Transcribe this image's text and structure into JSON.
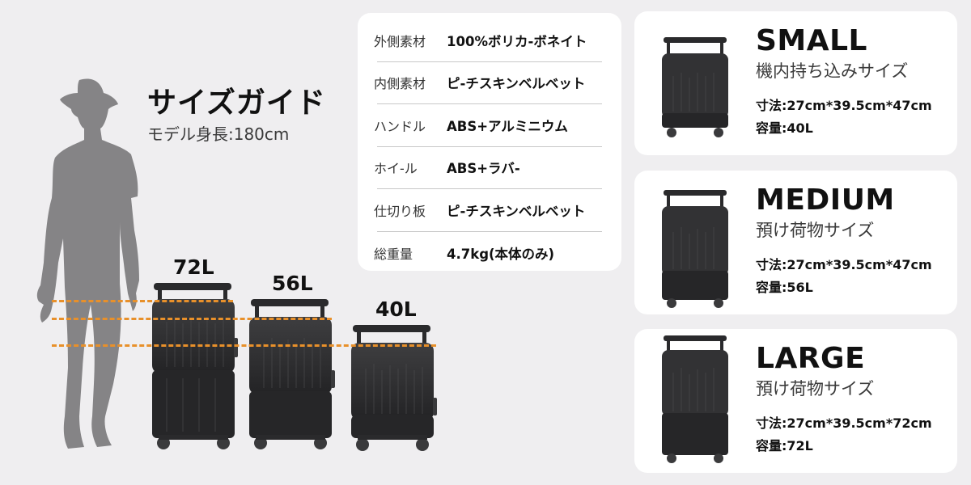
{
  "guide": {
    "title": "サイズガイド",
    "model_height": "モデル身長:180cm"
  },
  "comparison": {
    "suitcases": [
      {
        "label": "72L"
      },
      {
        "label": "56L"
      },
      {
        "label": "40L"
      }
    ],
    "guide_line_color": "#e8902a"
  },
  "specs": {
    "rows": [
      {
        "key": "外側素材",
        "value": "100%ボリカ-ボネイト"
      },
      {
        "key": "内側素材",
        "value": "ピ-チスキンベルベット"
      },
      {
        "key": "ハンドル",
        "value": "ABS+アルミニウム"
      },
      {
        "key": "ホイ-ル",
        "value": "ABS+ラバ-"
      },
      {
        "key": "仕切り板",
        "value": "ピ-チスキンベルベット"
      },
      {
        "key": "総重量",
        "value": "4.7kg(本体のみ)"
      }
    ]
  },
  "sizes": [
    {
      "name": "SMALL",
      "description": "機内持ち込みサイズ",
      "dimensions": "寸法:27cm*39.5cm*47cm",
      "capacity": "容量:40L"
    },
    {
      "name": "MEDIUM",
      "description": "預け荷物サイズ",
      "dimensions": "寸法:27cm*39.5cm*47cm",
      "capacity": "容量:56L"
    },
    {
      "name": "LARGE",
      "description": "預け荷物サイズ",
      "dimensions": "寸法:27cm*39.5cm*72cm",
      "capacity": "容量:72L"
    }
  ],
  "colors": {
    "background": "#efeef0",
    "card": "#ffffff",
    "silhouette": "#858486",
    "suitcase": "#2e2e30",
    "accent_dash": "#e8902a"
  }
}
